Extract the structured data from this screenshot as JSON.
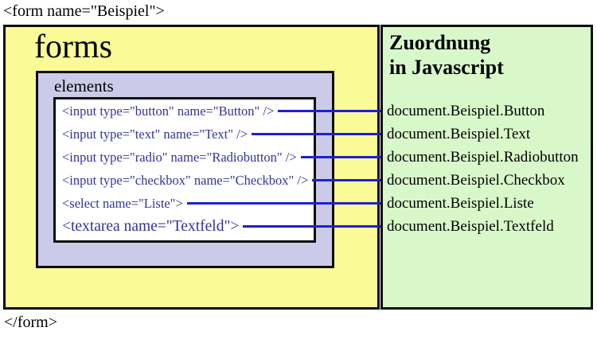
{
  "form_open": "<form name=\"Beispiel\">",
  "form_close": "</form>",
  "forms_label": "forms",
  "elements_label": "elements",
  "js_title": {
    "line1": "Zuordnung",
    "line2": "in Javascript"
  },
  "rows": [
    {
      "code": "<input type=\"button\" name=\"Button\" />",
      "js": "document.Beispiel.Button"
    },
    {
      "code": "<input type=\"text\" name=\"Text\" />",
      "js": "document.Beispiel.Text"
    },
    {
      "code": "<input type=\"radio\" name=\"Radiobutton\" />",
      "js": "document.Beispiel.Radiobutton"
    },
    {
      "code": "<input type=\"checkbox\" name=\"Checkbox\" />",
      "js": "document.Beispiel.Checkbox"
    },
    {
      "code": "<select name=\"Liste\">",
      "js": "document.Beispiel.Liste"
    },
    {
      "code": "<textarea name=\"Textfeld\">",
      "js": "document.Beispiel.Textfeld"
    }
  ],
  "colors": {
    "forms_bg": "#fafa96",
    "elements_bg": "#cbcbe9",
    "js_panel_bg": "#d8f8c9",
    "connector": "#2020cf",
    "code_color": "#333399",
    "border_color": "#0d0d0d"
  }
}
